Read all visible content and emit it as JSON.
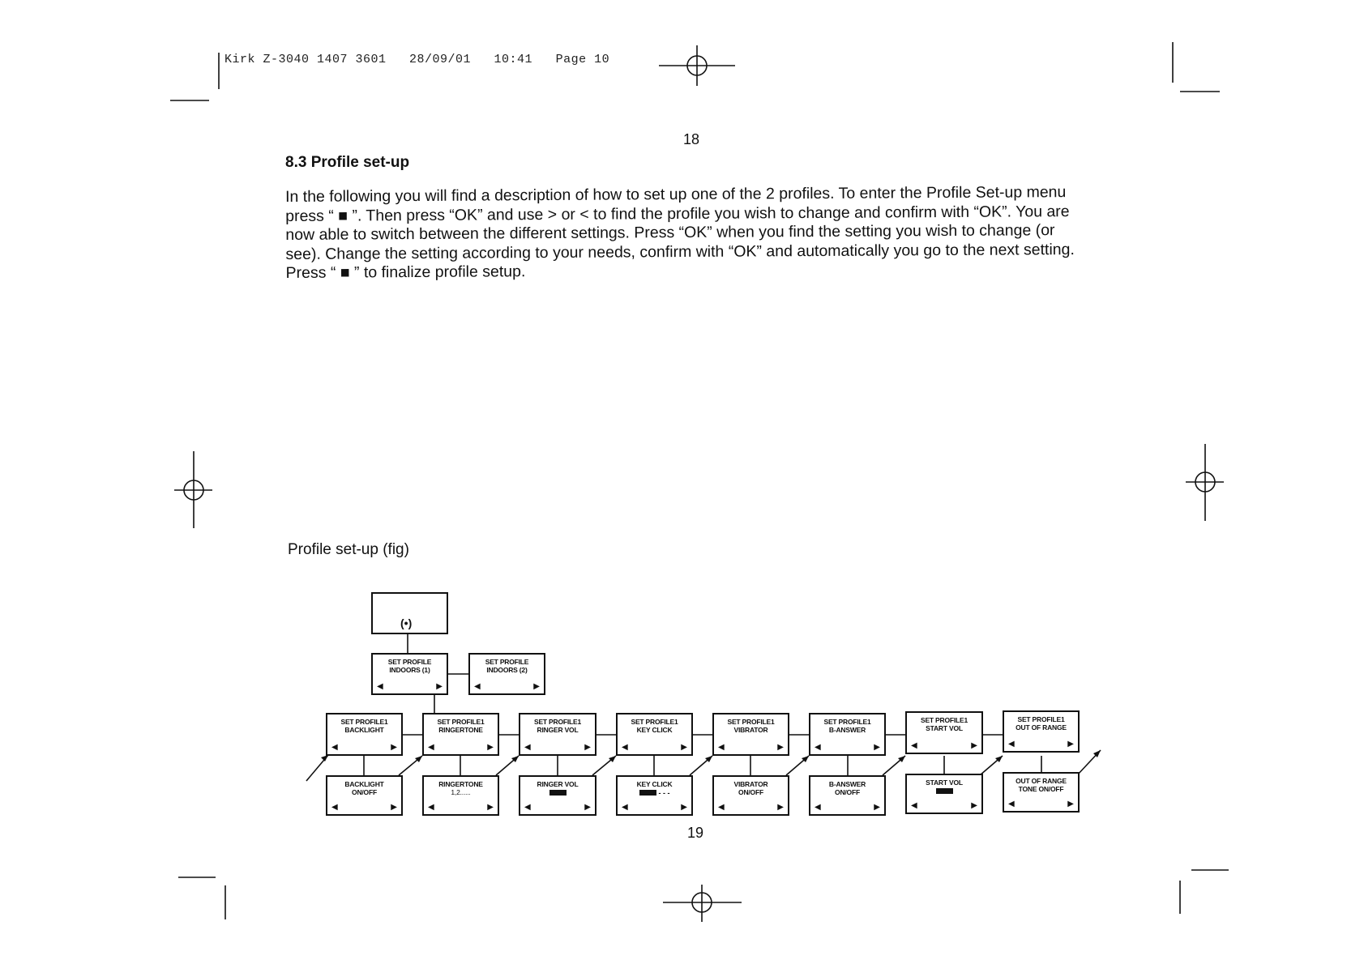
{
  "print_header": "Kirk Z-3040 1407 3601   28/09/01   10:41   Page 10",
  "page_top_number": "18",
  "page_bottom_number": "19",
  "section_title": "8.3 Profile set-up",
  "body_lines": [
    "In the following you will find  a description of how to set up one of the 2 profiles. To enter the Profile Set-up menu",
    "press “ ■ ”. Then press “OK” and use > or < to find the profile you wish to change and confirm with “OK”. You are",
    "now able to switch between the different settings. Press “OK” when you find the setting you wish to change (or",
    "see). Change the setting according to your needs, confirm with “OK” and automatically you go to the next setting.",
    "Press “ ■ ” to finalize profile setup."
  ],
  "figure_caption": "Profile set-up (fig)",
  "diagram": {
    "handset_icon": "(•)",
    "arrow_left": "◀",
    "arrow_right": "▶",
    "profile_boxes": [
      {
        "line1": "SET PROFILE",
        "line2": "INDOORS (1)"
      },
      {
        "line1": "SET PROFILE",
        "line2": "INDOORS (2)"
      }
    ],
    "setting_boxes": [
      {
        "line1": "SET PROFILE1",
        "line2": "BACKLIGHT"
      },
      {
        "line1": "SET PROFILE1",
        "line2": "RINGERTONE"
      },
      {
        "line1": "SET PROFILE1",
        "line2": "RINGER VOL"
      },
      {
        "line1": "SET PROFILE1",
        "line2": "KEY CLICK"
      },
      {
        "line1": "SET PROFILE1",
        "line2": "VIBRATOR"
      },
      {
        "line1": "SET PROFILE1",
        "line2": "B-ANSWER"
      },
      {
        "line1": "SET PROFILE1",
        "line2": "START VOL"
      },
      {
        "line1": "SET PROFILE1",
        "line2": "OUT OF RANGE"
      }
    ],
    "value_boxes": [
      {
        "line1": "BACKLIGHT",
        "line2": "ON/OFF"
      },
      {
        "line1": "RINGERTONE",
        "line2": "1,2......"
      },
      {
        "line1": "RINGER  VOL",
        "line2": ""
      },
      {
        "line1": "KEY CLICK",
        "line2": "- - -"
      },
      {
        "line1": "VIBRATOR",
        "line2": "ON/OFF"
      },
      {
        "line1": "B-ANSWER",
        "line2": "ON/OFF"
      },
      {
        "line1": "START  VOL",
        "line2": ""
      },
      {
        "line1": "OUT OF RANGE",
        "line2": "TONE ON/OFF"
      }
    ]
  }
}
